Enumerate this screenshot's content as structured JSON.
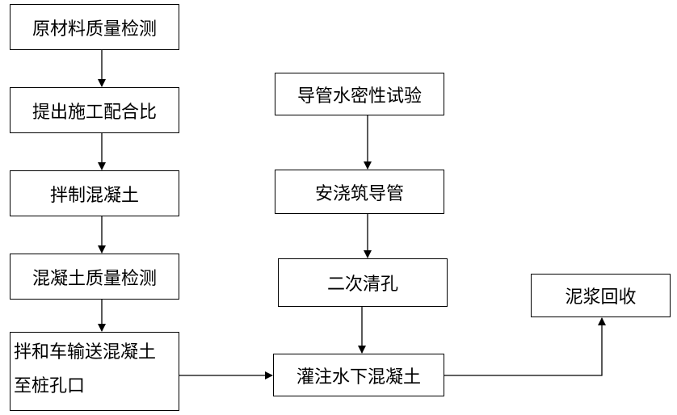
{
  "diagram": {
    "left_column": [
      {
        "id": "raw-material",
        "label": "原材料质量检测"
      },
      {
        "id": "mix-ratio",
        "label": "提出施工配合比"
      },
      {
        "id": "mix-concrete",
        "label": "拌制混凝土"
      },
      {
        "id": "concrete-quality",
        "label": "混凝土质量检测"
      },
      {
        "id": "transport",
        "label_line1": "拌和车输送混凝土",
        "label_line2": "至桩孔口"
      }
    ],
    "middle_column": [
      {
        "id": "pipe-test",
        "label": "导管水密性试验"
      },
      {
        "id": "install-pipe",
        "label": "安浇筑导管"
      },
      {
        "id": "second-clean",
        "label": "二次清孔"
      },
      {
        "id": "pour",
        "label": "灌注水下混凝土"
      }
    ],
    "right_column": [
      {
        "id": "slurry",
        "label": "泥浆回收"
      }
    ]
  }
}
